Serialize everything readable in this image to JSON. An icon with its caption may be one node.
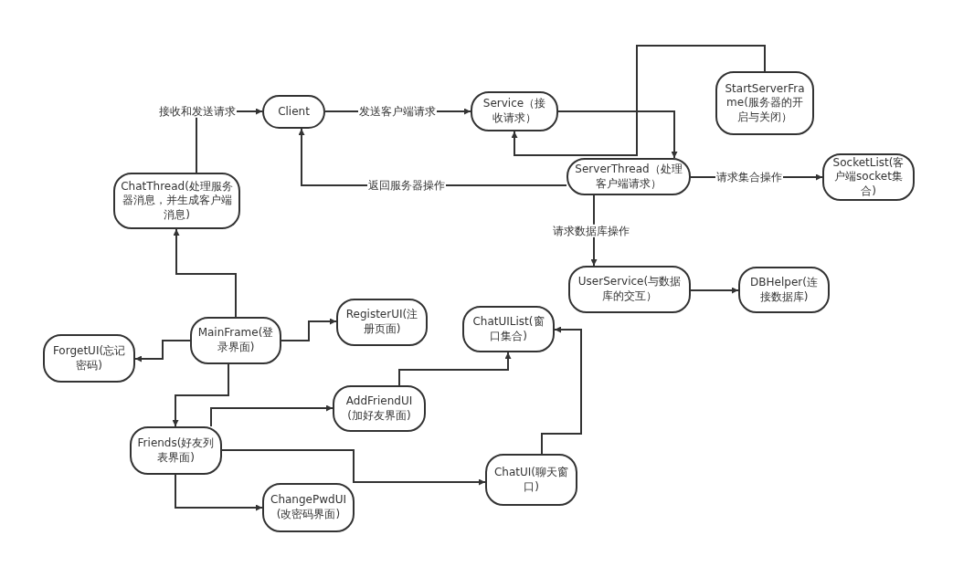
{
  "diagram": {
    "nodes": [
      {
        "text": [
          "StartServerFrame(服务器的开启与关闭）"
        ]
      },
      {
        "text": [
          "Client"
        ]
      },
      {
        "text": [
          "Service（接收请求）"
        ]
      },
      {
        "text": [
          "ServerThread（处理客户端请求）"
        ]
      },
      {
        "text": [
          "SocketList(客户端socket集合)"
        ]
      },
      {
        "text": [
          "ChatThread(处理服务器消息，并生成客户端消息)"
        ]
      },
      {
        "text": [
          "UserService(与数据库的交互）"
        ]
      },
      {
        "text": [
          "DBHelper(连接数据库)"
        ]
      },
      {
        "text": [
          "RegisterUI(注册页面)"
        ]
      },
      {
        "text": [
          "ChatUIList(窗口集合)"
        ]
      },
      {
        "text": [
          "MainFrame(登录界面)"
        ]
      },
      {
        "text": [
          "ForgetUI(忘记密码)"
        ]
      },
      {
        "text": [
          "AddFriendUI(加好友界面)"
        ]
      },
      {
        "text": [
          "Friends(好友列表界面)"
        ]
      },
      {
        "text": [
          "ChatUI(聊天窗口)"
        ]
      },
      {
        "text": [
          "ChangePwdUI(改密码界面)"
        ]
      }
    ],
    "edges": [
      {
        "from": 5,
        "to": 1,
        "arrow": "to",
        "label": "接收和发送请求"
      },
      {
        "from": 1,
        "to": 2,
        "arrow": "to",
        "label": "发送客户端请求"
      },
      {
        "from": 3,
        "to": 1,
        "arrow": "to",
        "label": "返回服务器操作"
      },
      {
        "from": 2,
        "to": 3,
        "arrow": "to"
      },
      {
        "from": 0,
        "to": 2,
        "arrow": "to"
      },
      {
        "from": 3,
        "to": 4,
        "arrow": "to",
        "label": "请求集合操作"
      },
      {
        "from": 3,
        "to": 6,
        "arrow": "to",
        "label": "请求数据库操作"
      },
      {
        "from": 6,
        "to": 7,
        "arrow": "to"
      },
      {
        "from": 10,
        "to": 5,
        "arrow": "to"
      },
      {
        "from": 10,
        "to": 8,
        "arrow": "to"
      },
      {
        "from": 10,
        "to": 11,
        "arrow": "to"
      },
      {
        "from": 10,
        "to": 13,
        "arrow": "to"
      },
      {
        "from": 13,
        "to": 12,
        "arrow": "to"
      },
      {
        "from": 13,
        "to": 14,
        "arrow": "to"
      },
      {
        "from": 13,
        "to": 15,
        "arrow": "to"
      },
      {
        "from": 12,
        "to": 9,
        "arrow": "to"
      },
      {
        "from": 14,
        "to": 9,
        "arrow": "to"
      }
    ]
  }
}
